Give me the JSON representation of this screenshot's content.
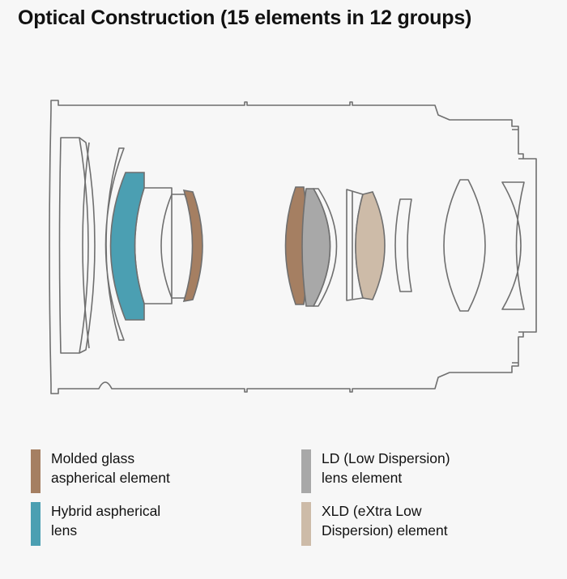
{
  "title": "Optical Construction (15 elements in 12 groups)",
  "colors": {
    "outline": "#6f6f6f",
    "molded_glass_aspherical": "#a57f62",
    "hybrid_aspherical": "#4b9fb2",
    "ld": "#a8a8a8",
    "xld": "#cdbba8"
  },
  "legend": [
    {
      "line1": "Molded glass",
      "line2": "aspherical element",
      "color": "#a57f62"
    },
    {
      "line1": "LD (Low Dispersion)",
      "line2": "lens element",
      "color": "#a8a8a8"
    },
    {
      "line1": "Hybrid aspherical",
      "line2": "lens",
      "color": "#4b9fb2"
    },
    {
      "line1": "XLD (eXtra Low",
      "line2": "Dispersion) element",
      "color": "#cdbba8"
    }
  ]
}
